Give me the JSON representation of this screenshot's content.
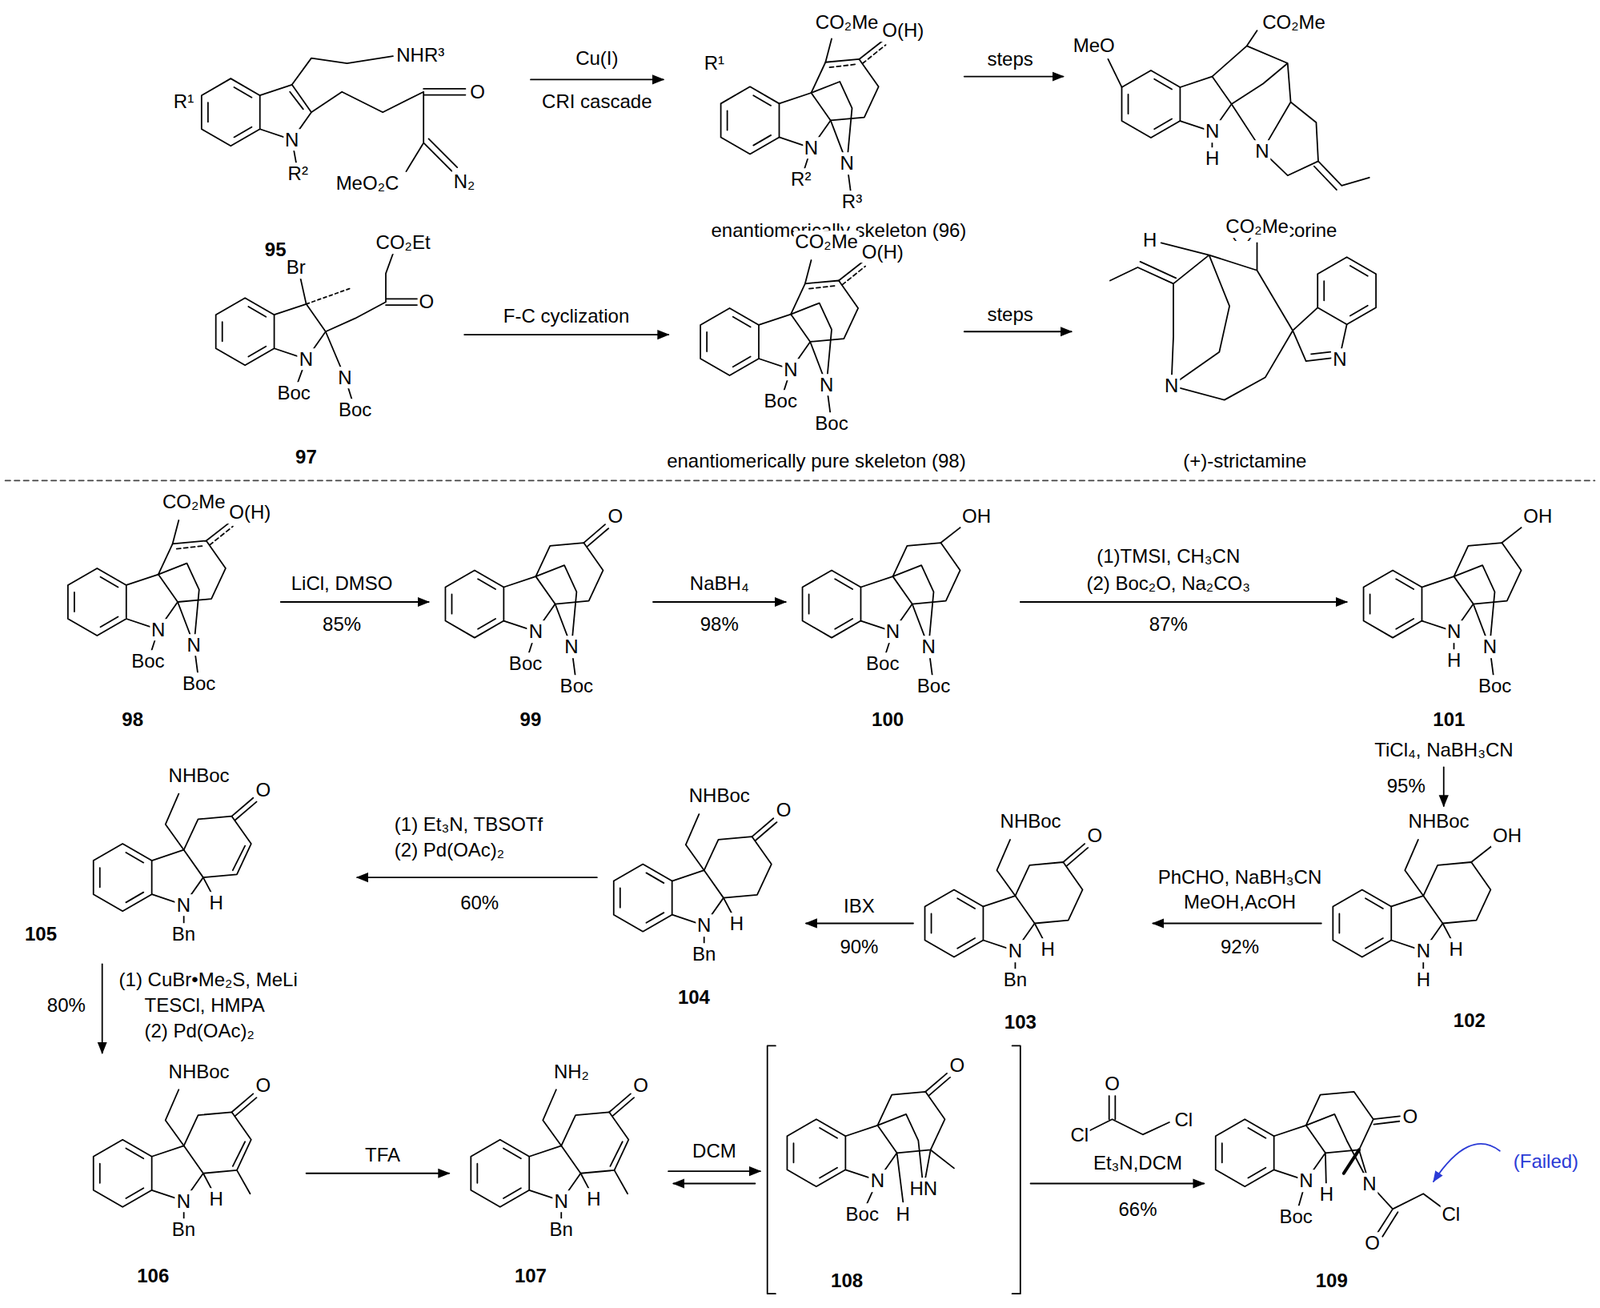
{
  "diagram": {
    "labels": [
      "R¹",
      "N",
      "R²",
      "NHR³",
      "O",
      "MeO₂C",
      "N₂",
      "95",
      "Cu(I)",
      "CRI cascade",
      "R¹",
      "CO₂Me",
      "O(H)",
      "N",
      "N",
      "R²",
      "R³",
      "enantiomerically skeleton (96)",
      "steps",
      "MeO",
      "CO₂Me",
      "N",
      "H",
      "N",
      "(±)-vincorine",
      "CO₂Et",
      "Br",
      "O",
      "N",
      "N",
      "Boc",
      "Boc",
      "97",
      "F-C cyclization",
      "CO₂Me",
      "O(H)",
      "N",
      "N",
      "Boc",
      "Boc",
      "enantiomerically pure skeleton (98)",
      "steps",
      "H",
      "CO₂Me",
      "N",
      "N",
      "(+)-strictamine",
      "CO₂Me",
      "O(H)",
      "N",
      "N",
      "Boc",
      "Boc",
      "98",
      "LiCl, DMSO",
      "85%",
      "O",
      "N",
      "N",
      "Boc",
      "Boc",
      "99",
      "NaBH₄",
      "98%",
      "OH",
      "N",
      "N",
      "Boc",
      "Boc",
      "100",
      "(1)TMSI, CH₃CN",
      "(2) Boc₂O, Na₂CO₃",
      "87%",
      "OH",
      "N",
      "H",
      "N",
      "Boc",
      "101",
      "TiCl₄, NaBH₃CN",
      "95%",
      "NHBoc",
      "OH",
      "N",
      "H",
      "H",
      "102",
      "PhCHO, NaBH₃CN",
      "MeOH,AcOH",
      "92%",
      "NHBoc",
      "O",
      "N",
      "Bn",
      "H",
      "103",
      "IBX",
      "90%",
      "NHBoc",
      "O",
      "N",
      "Bn",
      "H",
      "104",
      "(1) Et₃N, TBSOTf",
      "(2) Pd(OAc)₂",
      "60%",
      "NHBoc",
      "O",
      "N",
      "Bn",
      "H",
      "105",
      "(1) CuBr•Me₂S, MeLi",
      "TESCl, HMPA",
      "(2) Pd(OAc)₂",
      "80%",
      "NHBoc",
      "O",
      "N",
      "Bn",
      "H",
      "106",
      "TFA",
      "NH₂",
      "O",
      "N",
      "Bn",
      "H",
      "107",
      "DCM",
      "O",
      "N",
      "Boc",
      "HN",
      "H",
      "108",
      "O",
      "Cl",
      "Cl",
      "Et₃N,DCM",
      "66%",
      "O",
      "(Failed)",
      "N",
      "Boc",
      "H",
      "N",
      "O",
      "Cl",
      "109"
    ]
  }
}
